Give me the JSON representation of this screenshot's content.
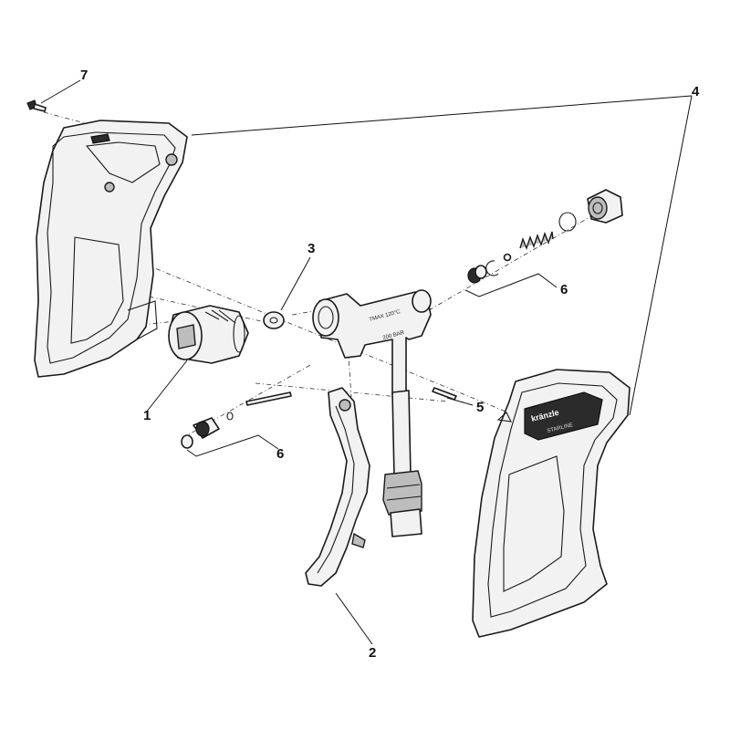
{
  "callouts": {
    "c1": "1",
    "c2": "2",
    "c3": "3",
    "c4": "4",
    "c5": "5",
    "c6a": "6",
    "c6b": "6",
    "c7": "7"
  },
  "markings": {
    "valve_temp": "TMAX 120°C",
    "valve_pressure": "200 BAR",
    "brand_logo": "kränzle",
    "brand_sub": "STARLINE"
  }
}
